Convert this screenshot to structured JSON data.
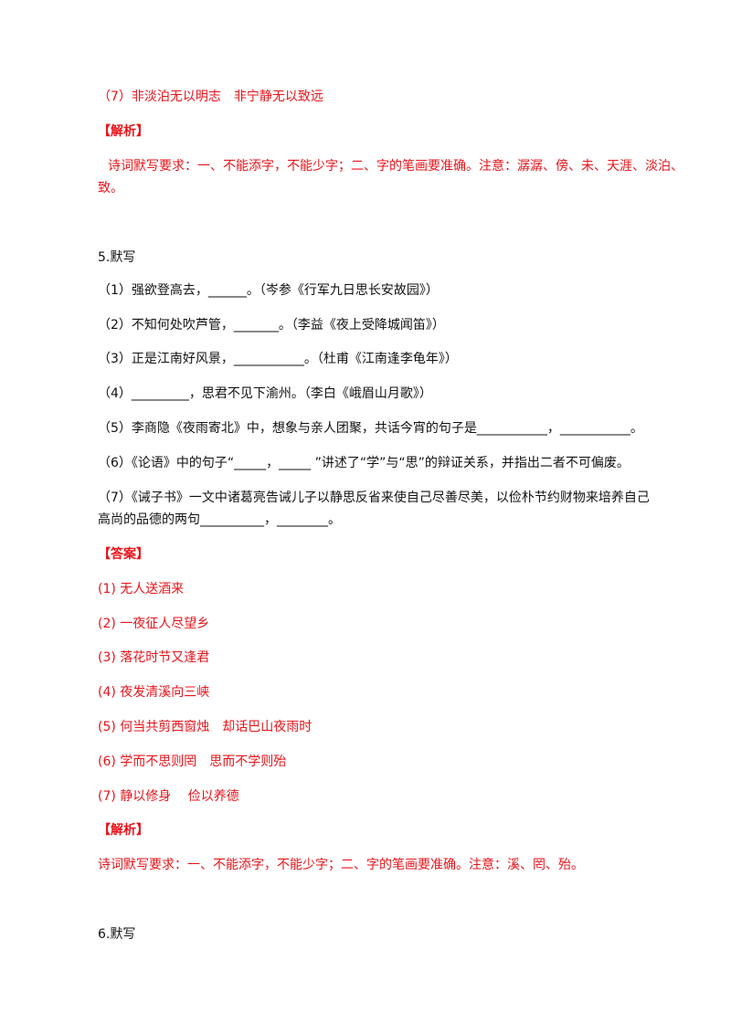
{
  "top_answer_7": "（7）非淡泊无以明志　非宁静无以致远",
  "analysis_label_1": "【解析】",
  "analysis_1_line1": "诗词默写要求：一、不能添字，不能少字；二、字的笔画要准确。注意：潺潺、傍、未、天涯、淡泊、",
  "analysis_1_line2": "致。",
  "q5_title": "5.默写",
  "q5_items": [
    "（1）强欲登高去，______。（岑参《行军九日思长安故园》）",
    "（2）不知何处吹芦管，_______。（李益《夜上受降城闻笛》）",
    "（3）正是江南好风景，___________。（杜甫《江南逢李龟年》）",
    "（4）_________，思君不见下渝州。（李白《峨眉山月歌》）",
    "（5）李商隐《夜雨寄北》中，想象与亲人团聚，共话今宵的句子是___________，___________。",
    "（6）《论语》中的句子“_____，_____ ”讲述了“学”与“思”的辩证关系，并指出二者不可偏废。"
  ],
  "q5_item7_line1": "（7）《诫子书》一文中诸葛亮告诫儿子以静思反省来使自己尽善尽美，以俭朴节约财物来培养自己",
  "q5_item7_line2": "高尚的品德的两句__________，________。",
  "answer_label": "【答案】",
  "answers": [
    "(1) 无人送酒来",
    "(2) 一夜征人尽望乡",
    "(3) 落花时节又逢君",
    "(4) 夜发清溪向三峡",
    "(5) 何当共剪西窗烛　却话巴山夜雨时",
    "(6) 学而不思则罔　思而不学则殆",
    "(7) 静以修身　 俭以养德"
  ],
  "analysis_label_2": "【解析】",
  "analysis_2": "诗词默写要求：一、不能添字，不能少字；二、字的笔画要准确。注意：溪、罔、殆。",
  "q6_title": "6.默写"
}
